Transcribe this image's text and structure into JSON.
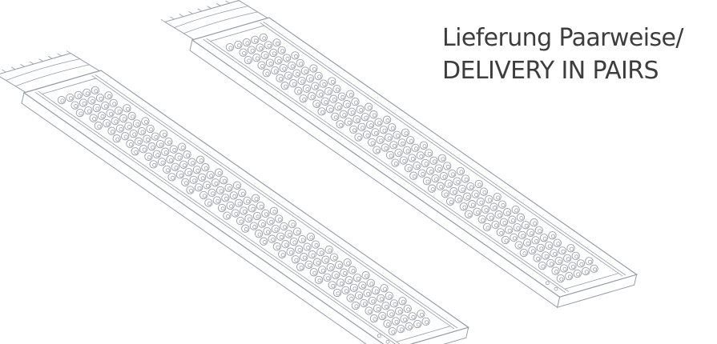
{
  "annotation": {
    "line1": "Lieferung Paarweise/",
    "line2": "DELIVERY IN PAIRS",
    "color": "#3d3d3d"
  },
  "illustration": {
    "subject": "technical-line-drawing-of-two-perforated-loading-ramps",
    "ramp_count": 2,
    "line_color": "#979da6",
    "fill_color": "#ffffff",
    "background": "#ffffff"
  }
}
